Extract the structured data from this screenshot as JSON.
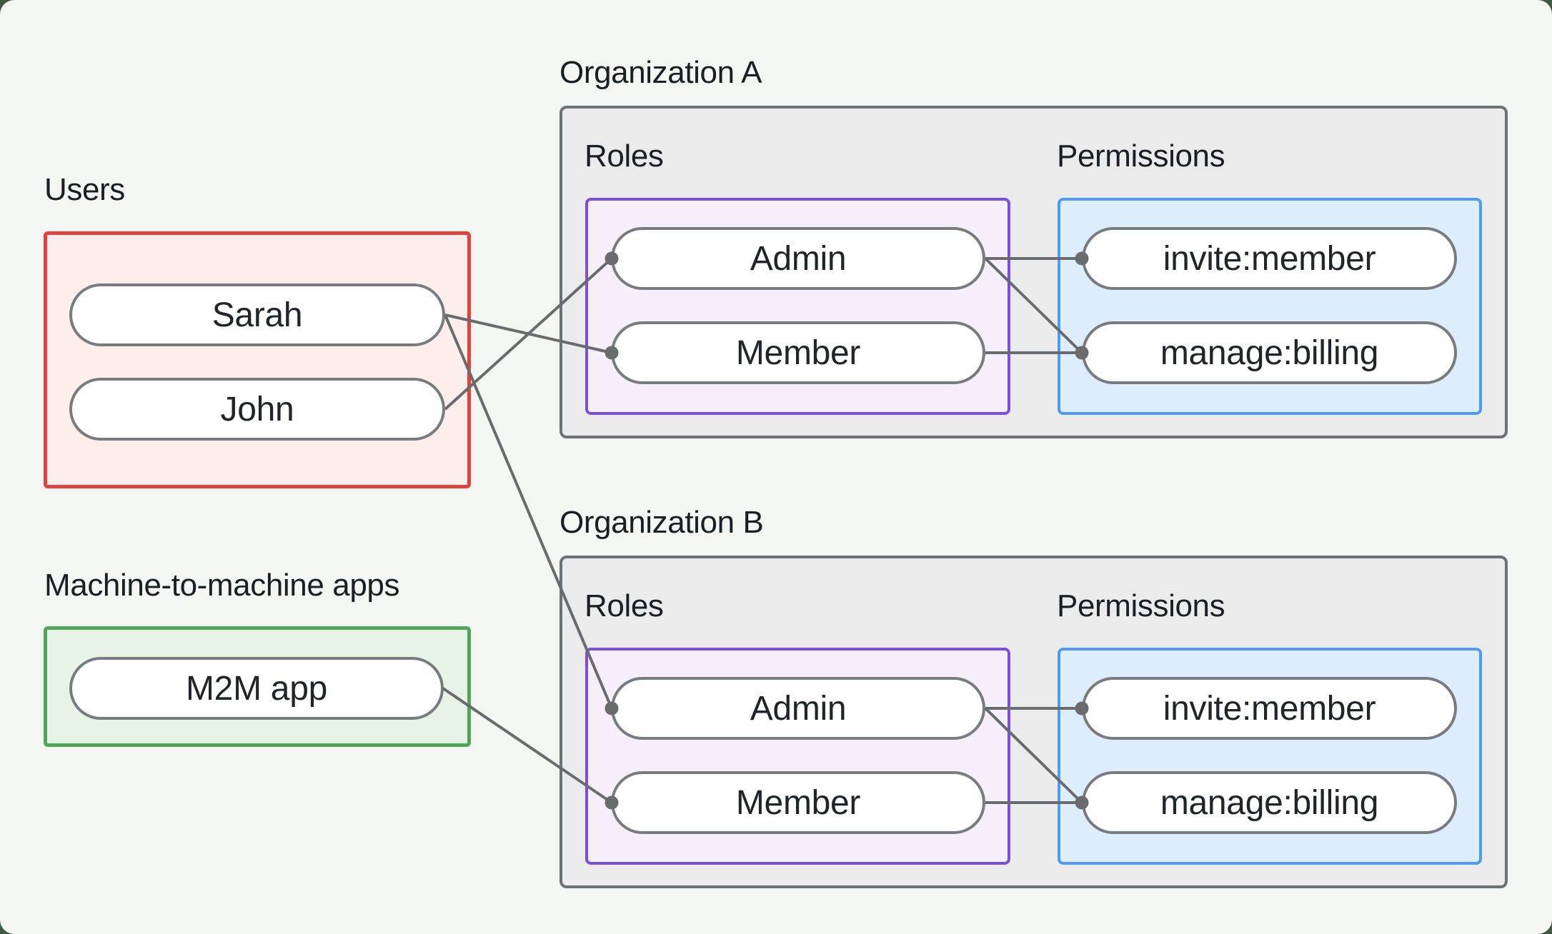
{
  "page": {
    "background": "#3d5a45",
    "card_background": "#f3f6f3"
  },
  "users_section": {
    "label": "Users",
    "items": [
      "Sarah",
      "John"
    ]
  },
  "m2m_section": {
    "label": "Machine-to-machine apps",
    "items": [
      "M2M app"
    ]
  },
  "organizations": [
    {
      "label": "Organization A",
      "roles_label": "Roles",
      "permissions_label": "Permissions",
      "roles": [
        "Admin",
        "Member"
      ],
      "permissions": [
        "invite:member",
        "manage:billing"
      ]
    },
    {
      "label": "Organization B",
      "roles_label": "Roles",
      "permissions_label": "Permissions",
      "roles": [
        "Admin",
        "Member"
      ],
      "permissions": [
        "invite:member",
        "manage:billing"
      ]
    }
  ],
  "connections": [
    {
      "from": "sarah",
      "to": "orgA_member"
    },
    {
      "from": "john",
      "to": "orgA_admin"
    },
    {
      "from": "sarah",
      "to": "orgB_admin"
    },
    {
      "from": "m2m_app",
      "to": "orgB_member"
    },
    {
      "from": "orgA_admin",
      "to": "orgA_invite"
    },
    {
      "from": "orgA_admin",
      "to": "orgA_manage"
    },
    {
      "from": "orgA_member",
      "to": "orgA_manage"
    },
    {
      "from": "orgB_admin",
      "to": "orgB_invite"
    },
    {
      "from": "orgB_admin",
      "to": "orgB_manage"
    },
    {
      "from": "orgB_member",
      "to": "orgB_manage"
    }
  ],
  "colors": {
    "users_border": "#e2413c",
    "users_fill": "#fdedeb",
    "m2m_border": "#4ea757",
    "m2m_fill": "#e7f3e7",
    "roles_border": "#7a4fe0",
    "roles_fill": "#f5effc",
    "permissions_border": "#4f9af4",
    "permissions_fill": "#deedfb",
    "org_border": "#6f7275",
    "org_fill": "#ebebeb",
    "connector": "#696b6d",
    "pill_border": "#797c7f",
    "text": "#1b1e22"
  }
}
